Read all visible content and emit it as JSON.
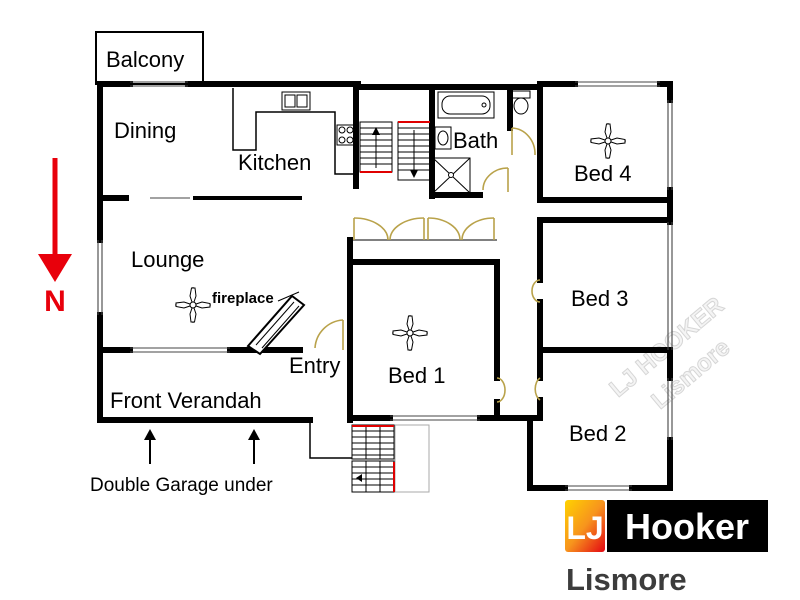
{
  "rooms": {
    "balcony": "Balcony",
    "dining": "Dining",
    "kitchen": "Kitchen",
    "bath": "Bath",
    "bed4": "Bed 4",
    "lounge": "Lounge",
    "bed3": "Bed 3",
    "entry": "Entry",
    "bed1": "Bed 1",
    "front_verandah": "Front Verandah",
    "bed2": "Bed 2"
  },
  "annotations": {
    "fireplace": "fireplace",
    "garage": "Double Garage under"
  },
  "compass": {
    "label": "N",
    "direction": "down",
    "color": "#e8000b"
  },
  "icons": {
    "ceiling_fan": "ceiling-fan-icon",
    "bathtub": "bathtub-icon",
    "toilet": "toilet-icon",
    "basin": "basin-icon",
    "shower": "shower-icon",
    "sink": "sink-icon",
    "stove": "stove-icon",
    "stairs": "stairs-icon",
    "fireplace": "fireplace-icon",
    "arrow": "arrow-up-icon"
  },
  "watermark": {
    "line1": "LJ HOOKER",
    "line2": "Lismore",
    "color": "#d6d6d6"
  },
  "logo": {
    "mark": "LJ",
    "brand": "Hooker",
    "office": "Lismore",
    "gradient_start": "#ffd200",
    "gradient_end": "#e30613",
    "brand_background": "#000000",
    "office_color": "#3c3c3c"
  },
  "colors": {
    "wall": "#000000",
    "door_swing": "#b9a24a",
    "stair_accent": "#e00000",
    "background": "#ffffff"
  }
}
